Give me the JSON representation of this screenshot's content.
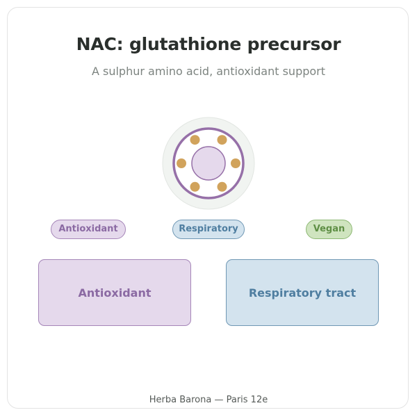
{
  "header": {
    "title": "NAC: glutathione precursor",
    "subtitle": "A sulphur amino acid, antioxidant support"
  },
  "emblem": {
    "icon": "molecule-ring-icon",
    "colors": {
      "halo": "#f1f4f1",
      "ring": "#9670a8",
      "core": "#e5d9ec",
      "dots": "#d1a35c"
    }
  },
  "tags": [
    {
      "label": "Antioxidant"
    },
    {
      "label": "Respiratory"
    },
    {
      "label": "Vegan"
    }
  ],
  "panels": [
    {
      "label": "Antioxidant"
    },
    {
      "label": "Respiratory tract"
    }
  ],
  "footer": {
    "text": "Herba Barona — Paris 12e"
  },
  "colors": {
    "purple_fill": "#e5d9ec",
    "purple_text": "#8b6aa3",
    "blue_fill": "#d3e3ee",
    "blue_text": "#4f7ea0",
    "green_fill": "#cfe4bf",
    "green_text": "#5f8f45"
  }
}
